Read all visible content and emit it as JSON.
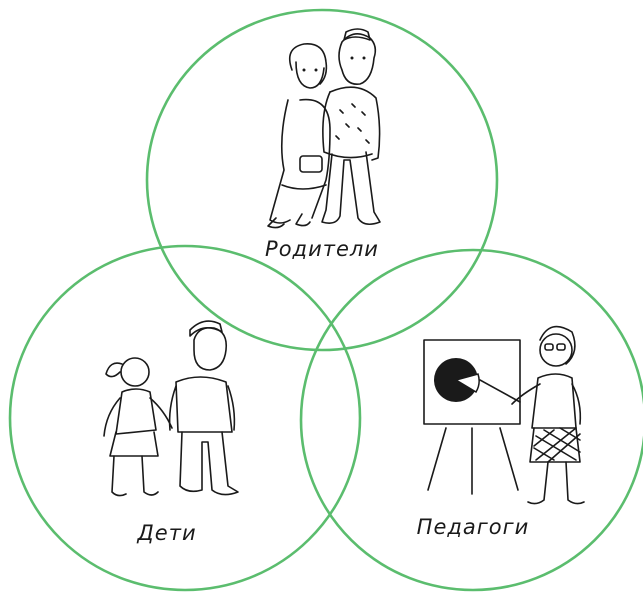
{
  "diagram": {
    "circles": [
      {
        "id": "parents",
        "label": "Родители",
        "icon": "parents-couple-illustration"
      },
      {
        "id": "children",
        "label": "Дети",
        "icon": "children-pair-illustration"
      },
      {
        "id": "teachers",
        "label": "Педагоги",
        "icon": "teacher-presentation-illustration"
      }
    ],
    "colors": {
      "circle_stroke": "#5bbd6e",
      "ink": "#1a1a1a",
      "background": "#ffffff"
    }
  }
}
